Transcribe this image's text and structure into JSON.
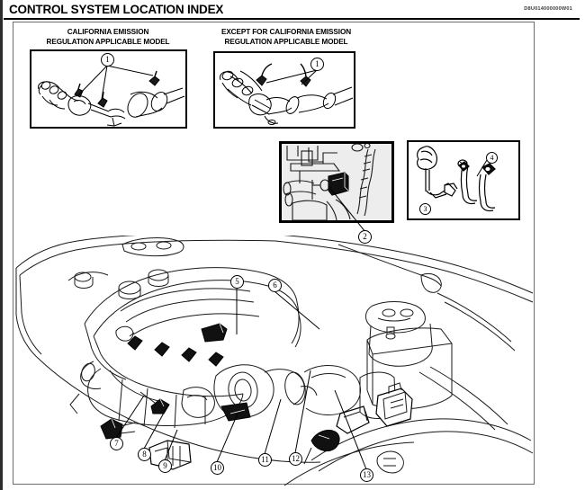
{
  "header": {
    "title": "CONTROL SYSTEM LOCATION INDEX",
    "doc_code": "D8U014000000W01"
  },
  "insets": [
    {
      "id": "california-emission",
      "caption_line1": "CALIFORNIA EMISSION",
      "caption_line2": "REGULATION APPLICABLE MODEL",
      "callouts": [
        "1"
      ]
    },
    {
      "id": "except-california-emission",
      "caption_line1": "EXCEPT FOR CALIFORNIA EMISSION",
      "caption_line2": "REGULATION APPLICABLE MODEL",
      "callouts": [
        "1"
      ]
    },
    {
      "id": "engine-component-photo",
      "caption_line1": "",
      "caption_line2": "",
      "callouts": [
        "2"
      ]
    },
    {
      "id": "pedal-assembly",
      "caption_line1": "",
      "caption_line2": "",
      "callouts": [
        "3",
        "4"
      ]
    }
  ],
  "callout_numbers": {
    "c1a": "1",
    "c1b": "1",
    "c2": "2",
    "c3": "3",
    "c4": "4",
    "c5": "5",
    "c6": "6",
    "c7": "7",
    "c8": "8",
    "c9": "9",
    "c10": "10",
    "c11": "11",
    "c12": "12",
    "c13": "13"
  },
  "colors": {
    "ink": "#000000",
    "frame": "#6e6e6e",
    "photo_bg": "#ededed",
    "spine": "#2d2d2d"
  }
}
